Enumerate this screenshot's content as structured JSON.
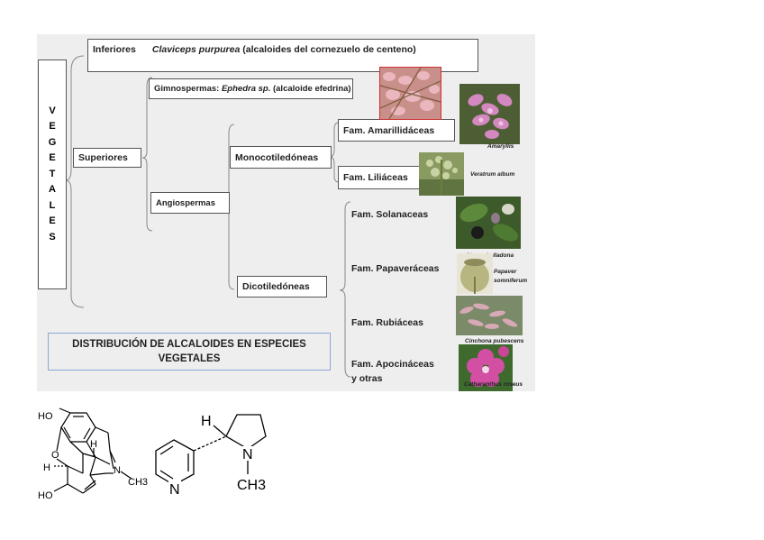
{
  "vertical_label": "VEGETALES",
  "nodes": {
    "inferiores": "Inferiores",
    "claviceps_genus": "Claviceps purpurea",
    "claviceps_rest": " (alcaloides del cornezuelo de centeno)",
    "gimnospermas_prefix": "Gimnospermas: ",
    "gimnospermas_genus": "Ephedra sp.",
    "gimnospermas_rest": " (alcaloide efedrina)",
    "superiores": "Superiores",
    "angiospermas": "Angiospermas",
    "monocotiledoneas": "Monocotiledóneas",
    "dicotiledoneas": "Dicotiledóneas",
    "amarillidaceas": "Fam. Amarillidáceas",
    "liliaceas": "Fam. Liliáceas",
    "solanaceas": "Fam. Solanaceas",
    "papaveraceas": "Fam. Papaveráceas",
    "rubiaceas": "Fam. Rubiáceas",
    "apocinaceas_1": "Fam. Apocináceas",
    "apocinaceas_2": "y otras"
  },
  "captions": {
    "amaryllis": "Amaryllis",
    "veratrum": "Veratrum album",
    "atropa": "Atropa belladona",
    "papaver_1": "Papaver",
    "papaver_2": "somniferum",
    "cinchona": "Cinchona pubescens",
    "catharanthus": "Catharanthus roseus"
  },
  "title_lines": [
    "DISTRIBUCIÓN DE ALCALOIDES EN ESPECIES",
    "VEGETALES"
  ],
  "structures": {
    "morphine": {
      "ho_top": "HO",
      "o": "O",
      "h_left": "H",
      "h_center": "H",
      "n": "N",
      "ch3": "CH3",
      "ho_bottom": "HO"
    },
    "nicotine": {
      "h": "H",
      "n_ring": "N",
      "n_pyrrolidine": "N",
      "ch3": "CH3"
    }
  },
  "colors": {
    "panel": "#eeeeee",
    "box_border": "#555555",
    "title_border": "#8aa6d6",
    "pink": "#d98bb0",
    "green": "#6b8a3a"
  }
}
